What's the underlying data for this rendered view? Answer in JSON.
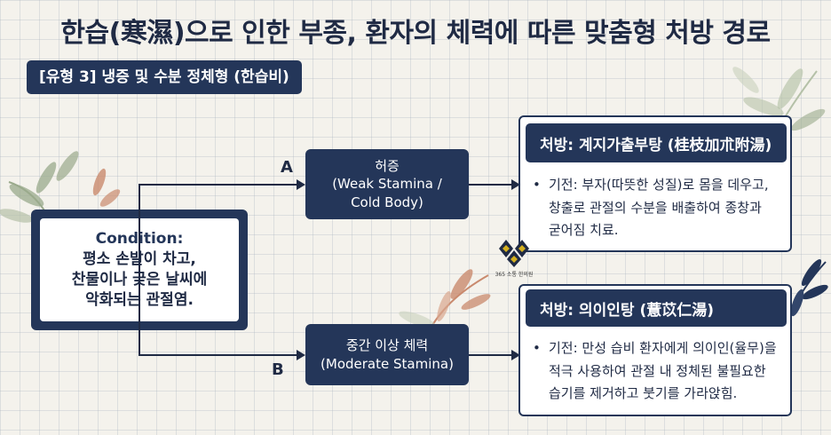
{
  "title": "한습(寒濕)으로 인한 부종, 환자의 체력에 따른 맞춤형 처방 경로",
  "type_badge": "[유형 3] 냉증 및 수분 정체형 (한습비)",
  "condition": {
    "label": "Condition:",
    "lines": [
      "평소 손발이 차고,",
      "찬물이나 궂은 날씨에",
      "악화되는 관절염."
    ]
  },
  "paths": [
    {
      "label": "A",
      "stamina_lines": [
        "허증",
        "(Weak Stamina /",
        "Cold Body)"
      ],
      "prescription_title": "처방: 계지가출부탕 (桂枝加朮附湯)",
      "bullet": "•",
      "mechanism_lines": [
        "기전: 부자(따뜻한 성질)로 몸을 데우고,",
        "창출로 관절의 수분을 배출하여 종창과",
        "굳어짐 치료."
      ]
    },
    {
      "label": "B",
      "stamina_lines": [
        "중간 이상 체력",
        "(Moderate Stamina)"
      ],
      "prescription_title": "처방: 의이인탕 (薏苡仁湯)",
      "bullet": "•",
      "mechanism_lines": [
        "기전: 만성 습비 환자에게 의이인(율무)을",
        "적극 사용하여 관절 내 정체된 불필요한",
        "습기를 제거하고 붓기를 가라앉힘."
      ]
    }
  ],
  "logo_caption": "365 소통 한의원",
  "colors": {
    "navy": "#243659",
    "leaf_green": "#9aaa8c",
    "leaf_rust": "#c98a6e",
    "background": "#f4f2ec"
  }
}
